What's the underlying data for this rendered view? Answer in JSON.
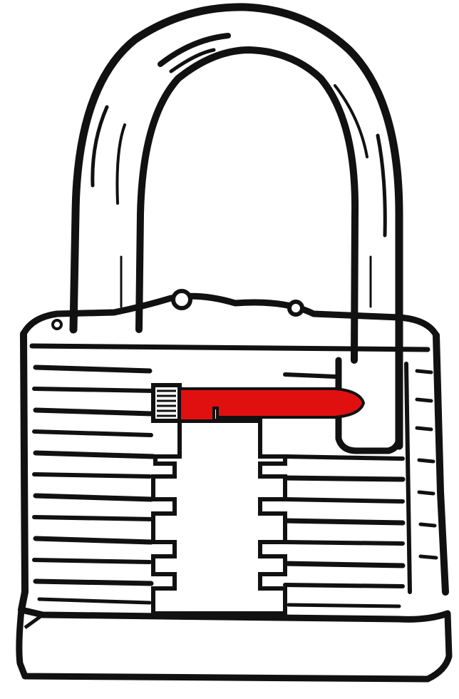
{
  "figure": {
    "subject": "padlock-cross-section",
    "colors": {
      "ink": "#111111",
      "paper": "#ffffff",
      "locking_bolt": "#e01010"
    },
    "components": [
      {
        "id": "shackle",
        "icon": "shackle-icon"
      },
      {
        "id": "lock-body",
        "icon": "lock-body-icon"
      },
      {
        "id": "body-laminations",
        "icon": "laminations-icon"
      },
      {
        "id": "keyway-slot",
        "icon": "keyway-icon"
      },
      {
        "id": "locking-bolt",
        "icon": "bolt-icon",
        "highlighted": true
      },
      {
        "id": "bolt-spring",
        "icon": "spring-icon"
      },
      {
        "id": "base-plate",
        "icon": "base-plate-icon"
      }
    ]
  }
}
